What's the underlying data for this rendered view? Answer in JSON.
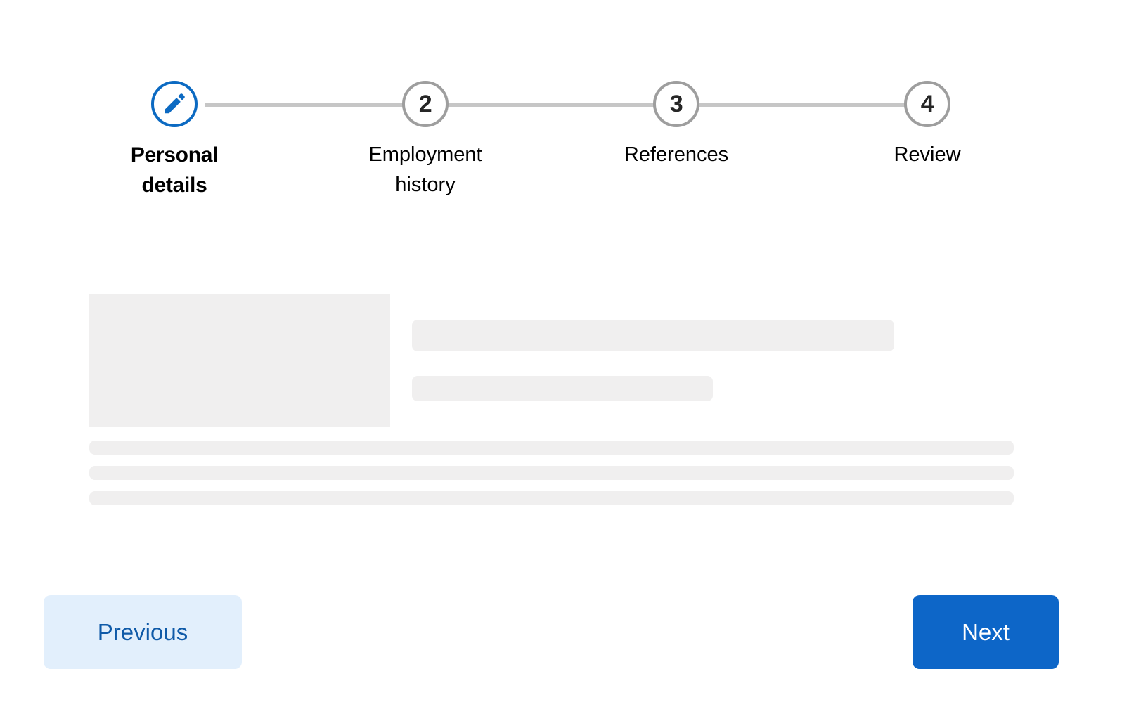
{
  "theme": {
    "accent_blue": "#0c6ac2",
    "next_button_bg": "#0d66c8",
    "previous_button_bg": "#e2effc",
    "previous_button_text": "#0f5aa8",
    "inactive_circle_border": "#9e9e9e",
    "connector_line": "#c6c6c6",
    "skeleton_gray": "#f0efef",
    "page_background": "#ffffff"
  },
  "stepper": {
    "current_step": 1,
    "total_steps": 4,
    "steps": [
      {
        "index": 1,
        "marker": "pencil-icon",
        "label": "Personal\ndetails",
        "state": "active"
      },
      {
        "index": 2,
        "marker": "2",
        "label": "Employment\nhistory",
        "state": "upcoming"
      },
      {
        "index": 3,
        "marker": "3",
        "label": "References",
        "state": "upcoming"
      },
      {
        "index": 4,
        "marker": "4",
        "label": "Review",
        "state": "upcoming"
      }
    ]
  },
  "content": {
    "state": "loading-placeholder",
    "blocks": [
      {
        "name": "hero-block",
        "shape": "rectangle"
      },
      {
        "name": "field-line-long",
        "shape": "rounded-bar"
      },
      {
        "name": "field-line-short",
        "shape": "rounded-bar"
      },
      {
        "name": "text-line-1",
        "shape": "rounded-bar"
      },
      {
        "name": "text-line-2",
        "shape": "rounded-bar"
      },
      {
        "name": "text-line-3",
        "shape": "rounded-bar"
      }
    ]
  },
  "footer": {
    "previous_label": "Previous",
    "next_label": "Next"
  }
}
